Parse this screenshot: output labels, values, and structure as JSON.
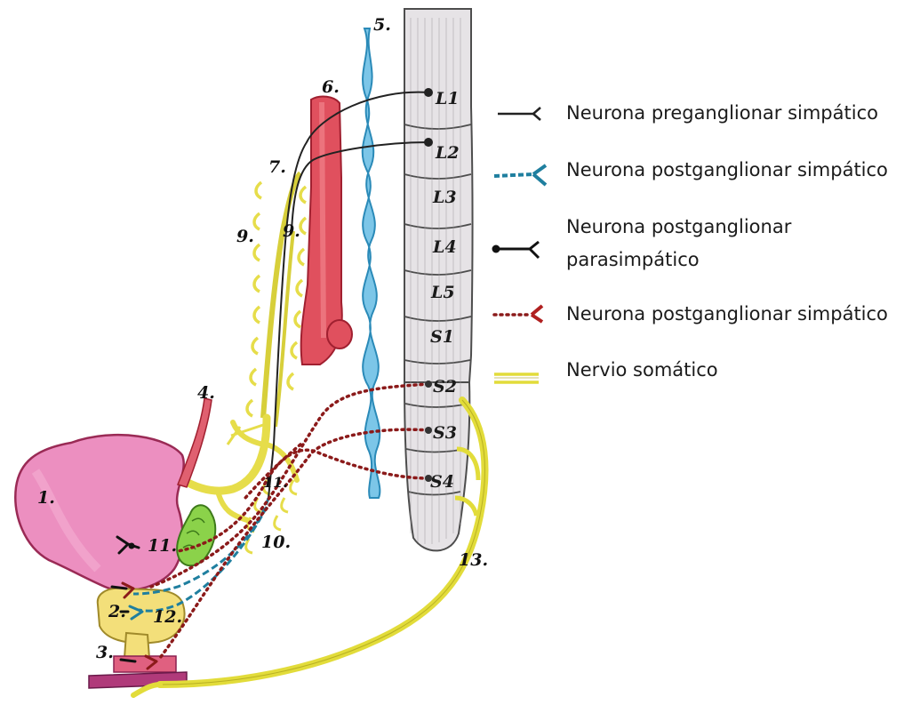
{
  "colors": {
    "bladder": "#ec8fc0",
    "bladder_edge": "#9a2a55",
    "prostate": "#f3df7a",
    "ganglion": "#8bd24a",
    "aorta": "#e0505e",
    "sympathetic_chain": "#7cc6e8",
    "chain_edge": "#2a8ab8",
    "spine_fill": "#e6e3e6",
    "spine_edge": "#4d4d4d",
    "somatic_nerve": "#e2dc3a",
    "pelvic_plexus": "#eae26a",
    "sphincter": "#b03a7a",
    "pre_symp": "#222222",
    "post_symp_blue": "#1f7f9f",
    "post_para": "#111111",
    "post_symp_dotted": "#8b1a1a"
  },
  "vertebrae": [
    "L1",
    "L2",
    "L3",
    "L4",
    "L5",
    "S1",
    "S2",
    "S3",
    "S4"
  ],
  "numbers": [
    "1.",
    "2.",
    "3.",
    "4.",
    "5.",
    "6.",
    "7.",
    "9.",
    "9.",
    "10.",
    "11.",
    "12.",
    "13.",
    "11."
  ],
  "legend": {
    "pre_symp": "Neurona preganglionar simpático",
    "post_symp": "Neurona postganglionar simpático",
    "post_para_line1": "Neurona postganglionar",
    "post_para_line2": "parasimpático",
    "post_symp_dotted": "Neurona postganglionar simpático",
    "somatic": "Nervio somático"
  }
}
